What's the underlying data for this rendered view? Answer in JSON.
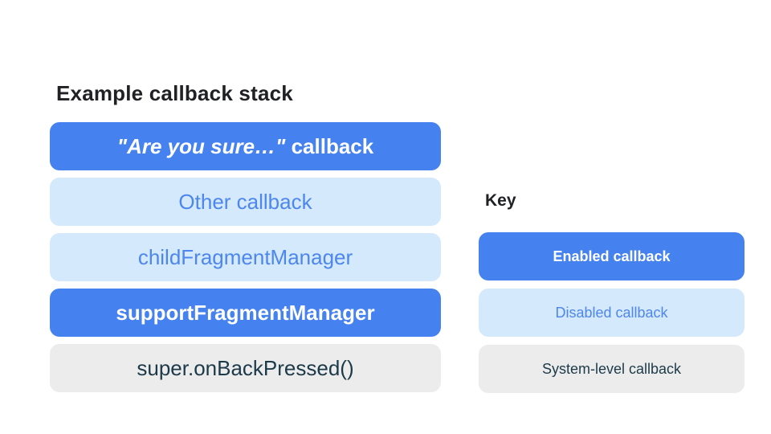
{
  "title": "Example callback stack",
  "stack": {
    "items": [
      {
        "label_italic": "\"Are you sure…\"",
        "label_rest": " callback",
        "type": "enabled"
      },
      {
        "label": "Other callback",
        "type": "disabled"
      },
      {
        "label": "childFragmentManager",
        "type": "disabled"
      },
      {
        "label": "supportFragmentManager",
        "type": "enabled"
      },
      {
        "label": "super.onBackPressed()",
        "type": "system"
      }
    ]
  },
  "key": {
    "heading": "Key",
    "items": [
      {
        "label": "Enabled callback",
        "type": "enabled"
      },
      {
        "label": "Disabled callback",
        "type": "disabled"
      },
      {
        "label": "System-level callback",
        "type": "system"
      }
    ]
  },
  "colors": {
    "enabled_bg": "#4582F0",
    "enabled_text": "#FFFFFF",
    "disabled_bg": "#D4EAFC",
    "disabled_text": "#4D86EF",
    "system_bg": "#ECECEC",
    "system_text": "#1C3A4A",
    "heading_text": "#202124",
    "background": "#FFFFFF"
  }
}
